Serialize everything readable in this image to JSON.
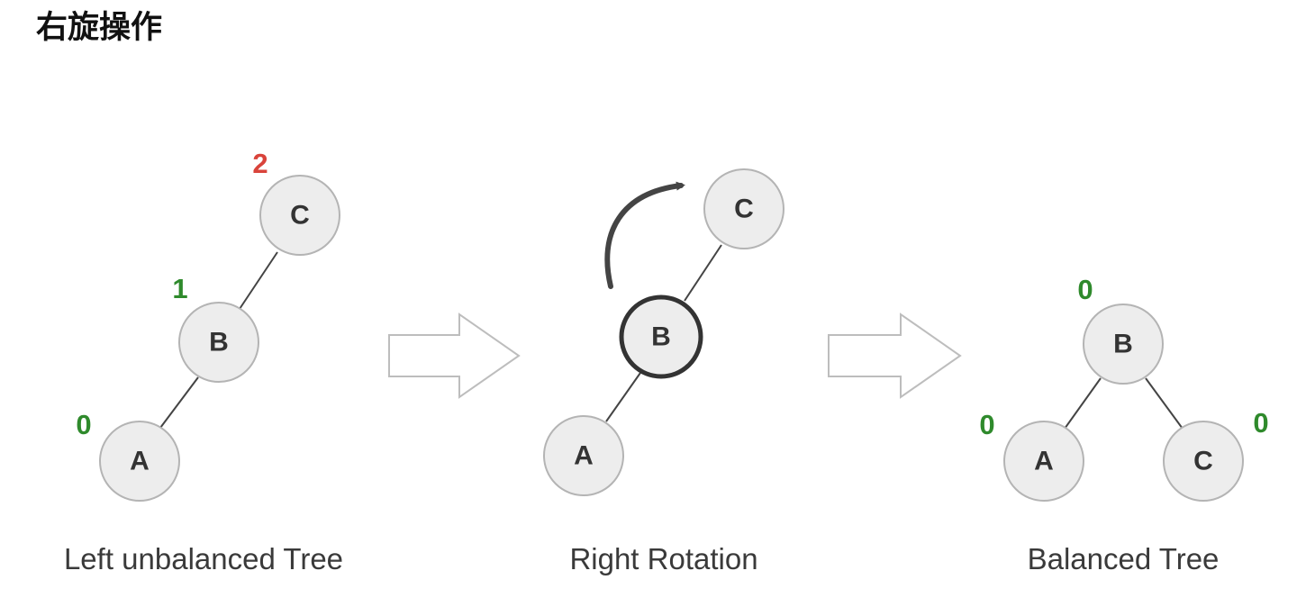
{
  "heading": "右旋操作",
  "colors": {
    "imbalance": "#d9433b",
    "balanced": "#2f8a2c",
    "node_fill": "#ededed",
    "node_stroke": "#b4b4b4",
    "focus_stroke": "#333333"
  },
  "panels": [
    {
      "caption": "Left unbalanced Tree",
      "nodes": [
        {
          "label": "C",
          "balance": "2",
          "balance_color": "imbalance"
        },
        {
          "label": "B",
          "balance": "1",
          "balance_color": "balanced"
        },
        {
          "label": "A",
          "balance": "0",
          "balance_color": "balanced"
        }
      ]
    },
    {
      "caption": "Right Rotation",
      "nodes": [
        {
          "label": "C"
        },
        {
          "label": "B",
          "highlighted": true
        },
        {
          "label": "A"
        }
      ],
      "rotation_arrow": "curved-arrow-icon"
    },
    {
      "caption": "Balanced Tree",
      "nodes": [
        {
          "label": "B",
          "balance": "0",
          "balance_color": "balanced"
        },
        {
          "label": "A",
          "balance": "0",
          "balance_color": "balanced"
        },
        {
          "label": "C",
          "balance": "0",
          "balance_color": "balanced"
        }
      ]
    }
  ],
  "transition_arrows": [
    "hollow-right-arrow-icon",
    "hollow-right-arrow-icon"
  ]
}
